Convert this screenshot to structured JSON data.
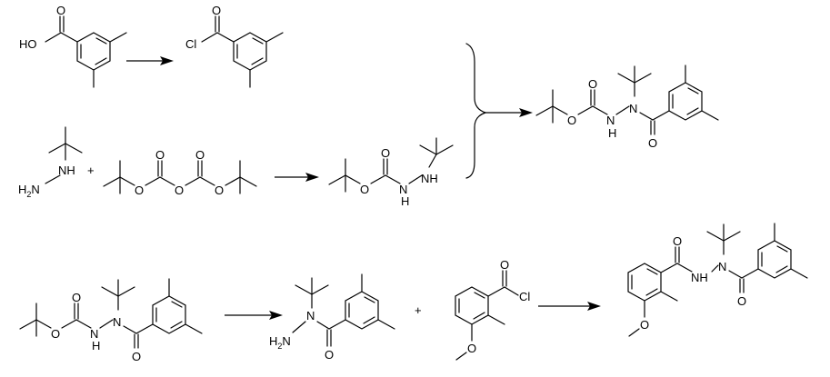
{
  "scheme": {
    "atoms": {
      "O": "O",
      "HO": "HO",
      "Cl": "Cl",
      "H2N": "H",
      "H2N_sub": "2",
      "H2N_N": "N",
      "NH": "NH",
      "N": "N",
      "H": "H",
      "plus": "+"
    }
  }
}
